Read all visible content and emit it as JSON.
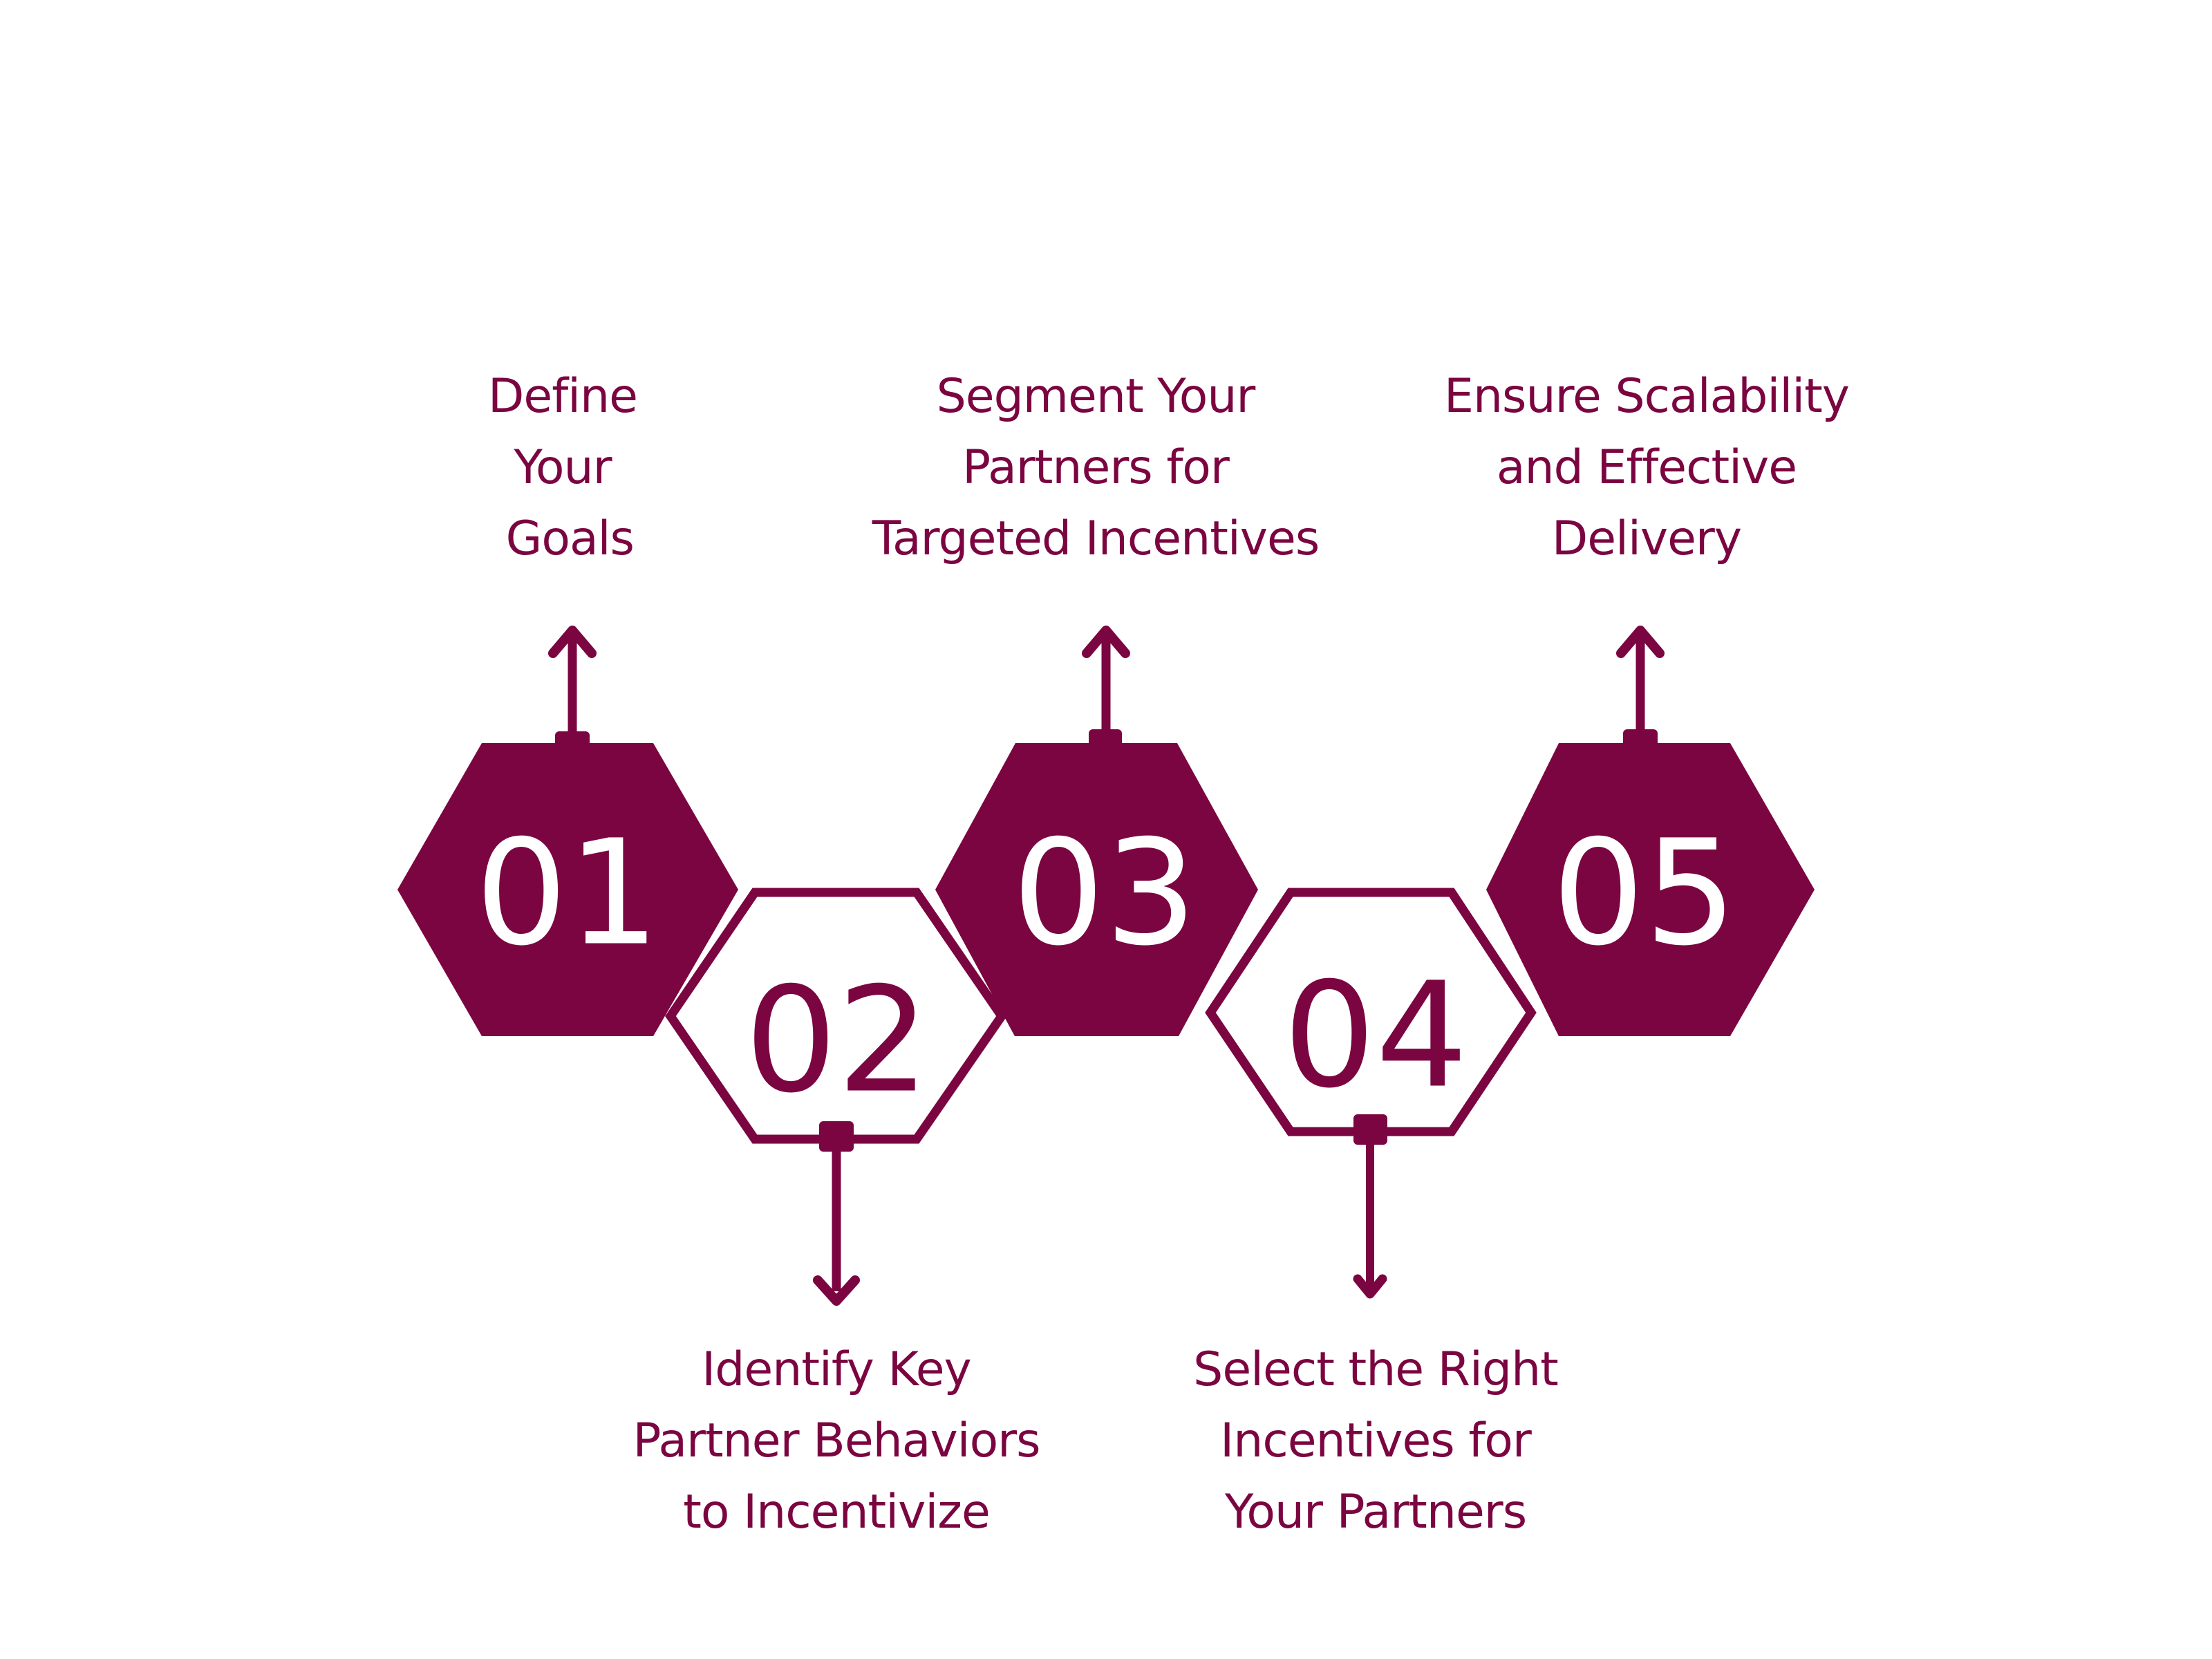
{
  "colors": {
    "accent": "#7b0540",
    "background": "#ffffff",
    "number_on_filled": "#ffffff"
  },
  "steps": [
    {
      "number": "01",
      "style": "filled",
      "arrow": "up",
      "lines": [
        "Define",
        "Your",
        " Goals"
      ]
    },
    {
      "number": "02",
      "style": "outlined",
      "arrow": "down",
      "lines": [
        "Identify Key",
        "Partner Behaviors",
        "to Incentivize"
      ]
    },
    {
      "number": "03",
      "style": "filled",
      "arrow": "up",
      "lines": [
        "Segment Your",
        "Partners for",
        "Targeted Incentives"
      ]
    },
    {
      "number": "04",
      "style": "outlined",
      "arrow": "down",
      "lines": [
        "Select the Right",
        "Incentives for",
        "Your Partners"
      ]
    },
    {
      "number": "05",
      "style": "filled",
      "arrow": "up",
      "lines": [
        "Ensure Scalability",
        "and Effective",
        "Delivery"
      ]
    }
  ]
}
